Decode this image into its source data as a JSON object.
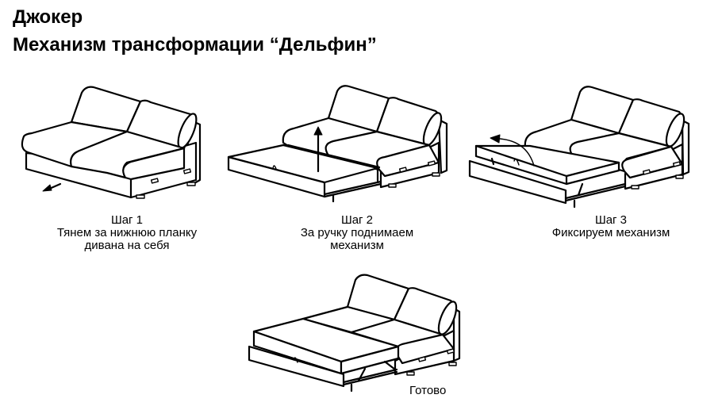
{
  "header": {
    "title": "Джокер",
    "subtitle": "Механизм трансформации “Дельфин”"
  },
  "steps": [
    {
      "title": "Шаг 1",
      "lines": [
        "Тянем за нижнюю планку",
        "дивана на себя"
      ],
      "arrow": "arrow-pull-left-icon"
    },
    {
      "title": "Шаг 2",
      "lines": [
        "За ручку поднимаем",
        "механизм"
      ],
      "arrow": "arrow-up-icon"
    },
    {
      "title": "Шаг 3",
      "lines": [
        "Фиксируем механизм"
      ],
      "arrow": "arrow-curved-left-icon"
    }
  ],
  "final": {
    "label": "Готово"
  },
  "colors": {
    "line": "#000000",
    "background": "#ffffff"
  }
}
